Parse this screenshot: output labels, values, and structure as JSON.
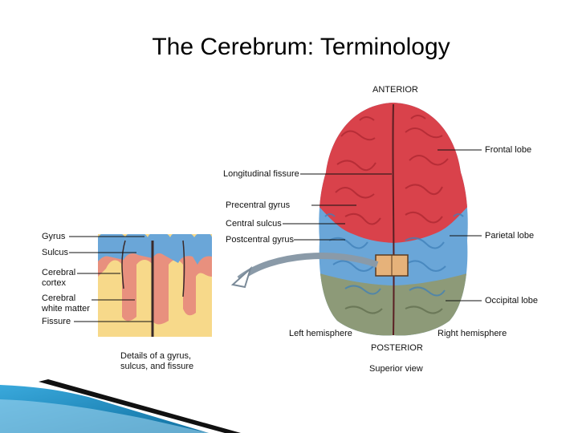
{
  "slide": {
    "title": "The Cerebrum: Terminology"
  },
  "brain": {
    "anterior": "ANTERIOR",
    "posterior": "POSTERIOR",
    "view": "Superior view",
    "left_hemisphere": "Left hemisphere",
    "right_hemisphere": "Right hemisphere",
    "frontal_lobe": "Frontal lobe",
    "parietal_lobe": "Parietal lobe",
    "occipital_lobe": "Occipital lobe",
    "longitudinal_fissure": "Longitudinal fissure",
    "precentral_gyrus": "Precentral gyrus",
    "central_sulcus": "Central sulcus",
    "postcentral_gyrus": "Postcentral gyrus"
  },
  "detail": {
    "gyrus": "Gyrus",
    "sulcus": "Sulcus",
    "cerebral_cortex_1": "Cerebral",
    "cerebral_cortex_2": "cortex",
    "white_matter_1": "Cerebral",
    "white_matter_2": "white matter",
    "fissure": "Fissure",
    "caption_1": "Details of a gyrus,",
    "caption_2": "sulcus, and fissure"
  },
  "colors": {
    "frontal": "#d9424b",
    "parietal": "#6aa6d8",
    "occipital": "#8d9a78",
    "cortex": "#e8907e",
    "white_matter": "#f7d98a",
    "banner": "#1e8fc4"
  }
}
